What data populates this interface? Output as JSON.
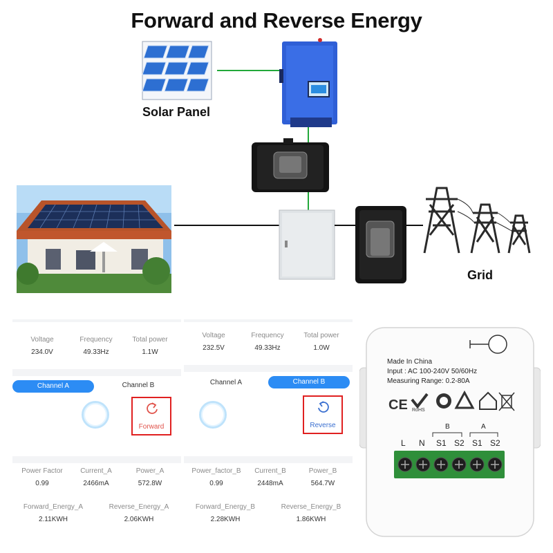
{
  "title": "Forward and Reverse Energy",
  "labels": {
    "solar_panel": "Solar Panel",
    "grid": "Grid"
  },
  "panel_a": {
    "metrics": [
      {
        "label": "Voltage",
        "value": "234.0V"
      },
      {
        "label": "Frequency",
        "value": "49.33Hz"
      },
      {
        "label": "Total power",
        "value": "1.1W"
      }
    ],
    "tab_active": "Channel A",
    "tab_inactive": "Channel B",
    "direction": "Forward",
    "stats_row1": [
      {
        "label": "Power Factor",
        "value": "0.99"
      },
      {
        "label": "Current_A",
        "value": "2466mA"
      },
      {
        "label": "Power_A",
        "value": "572.8W"
      }
    ],
    "stats_row2": [
      {
        "label": "Forward_Energy_A",
        "value": "2.11KWH"
      },
      {
        "label": "Reverse_Energy_A",
        "value": "2.06KWH"
      }
    ]
  },
  "panel_b": {
    "metrics": [
      {
        "label": "Voltage",
        "value": "232.5V"
      },
      {
        "label": "Frequency",
        "value": "49.33Hz"
      },
      {
        "label": "Total power",
        "value": "1.0W"
      }
    ],
    "tab_inactive": "Channel A",
    "tab_active": "Channel B",
    "direction": "Reverse",
    "stats_row1": [
      {
        "label": "Power_factor_B",
        "value": "0.99"
      },
      {
        "label": "Current_B",
        "value": "2448mA"
      },
      {
        "label": "Power_B",
        "value": "564.7W"
      }
    ],
    "stats_row2": [
      {
        "label": "Forward_Energy_B",
        "value": "2.28KWH"
      },
      {
        "label": "Reverse_Energy_B",
        "value": "1.86KWH"
      }
    ]
  },
  "device": {
    "line1": "Made In China",
    "line2": "Input : AC 100-240V 50/60Hz",
    "line3": "Measuring Range: 0.2-80A",
    "rohs": "RoHS",
    "group_b": "B",
    "group_a": "A",
    "terminals": [
      "L",
      "N",
      "S1",
      "S2",
      "S1",
      "S2"
    ]
  },
  "colors": {
    "accent": "#2c8cf4",
    "forward": "#e0524a",
    "reverse": "#3a6fd0",
    "highlight": "#e02020",
    "wire_green": "#22a83a",
    "inverter_blue": "#2f5fd6"
  }
}
